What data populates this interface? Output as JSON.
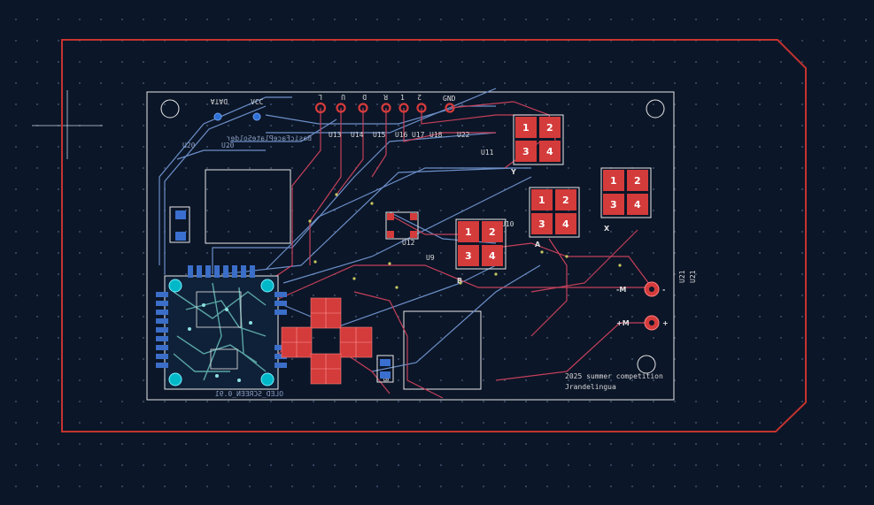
{
  "board": {
    "header_pin_labels": [
      "DATA",
      "VCC",
      "L",
      "U",
      "D",
      "R",
      "1",
      "2",
      "GND"
    ],
    "ref_labels": [
      "U13",
      "U14",
      "U15",
      "U16",
      "U17",
      "U18",
      "U22",
      "U11",
      "U12",
      "U9",
      "U10",
      "U21",
      "U21",
      "U8"
    ],
    "mirrored_silk": [
      "BasicFacePlateSolder",
      "U20",
      "U20"
    ],
    "bottom_mirrored_label": "OLED_SCREEN_0.91",
    "letter_labels": [
      "Y",
      "X",
      "A",
      "B"
    ],
    "power_labels": [
      "-M",
      "+M",
      "-",
      "+"
    ],
    "credit_text": [
      "2025 summer competition",
      "Jrandelingua"
    ],
    "button_pad_numbers": [
      "1",
      "2",
      "3",
      "4"
    ]
  },
  "colors": {
    "background": "#0b1628",
    "edge_cuts": "#c4332f",
    "board_outline": "#e8e8e8",
    "copper_pad": "#d43b3b",
    "front_trace": "#c4405a",
    "back_trace": "#6c8fc8",
    "silkscreen": "#e0e0e0",
    "via": "#00b8c8"
  }
}
